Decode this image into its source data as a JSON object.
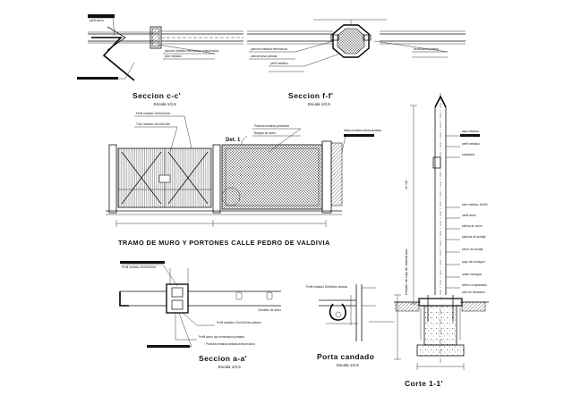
{
  "sheet": {
    "detail_label": "Det. 1",
    "vertical_label": "Detalle de reja de Maestrana",
    "side_dimension": "nn 1/8"
  },
  "views": {
    "seccion_cc": {
      "title": "Seccion c-c'",
      "scale": "Escala 1/2,5"
    },
    "seccion_ff": {
      "title": "Seccion f-f'",
      "scale": "Escala 1/2,5"
    },
    "seccion_aa": {
      "title": "Seccion a-a'",
      "scale": "Escala 1/2,5"
    },
    "porta_candado": {
      "title": "Porta candado",
      "scale": "Escala 1/2,5"
    },
    "corte_11": {
      "title": "Corte 1-1'"
    },
    "elevation": {
      "title": "TRAMO DE MURO Y PORTONES CALLE PEDRO DE VALDIVIA"
    }
  },
  "callouts": {
    "cc": [
      "perfil acero",
      "plancha metalica terminacion anticorrosiva",
      "pilar metalico"
    ],
    "ff": [
      "plancha metalica terminacion",
      "anticorrosiva pintada",
      "perfil metalico",
      "terminacion pintada"
    ],
    "elev": [
      "Perfil metalico 50x50x3mm",
      "Tubo metalico 40x40x2mm",
      "Plancha metalica perforada",
      "Bisagra de acero",
      "Malla metalica electrosoldada"
    ],
    "aa": [
      "Perfil metalico 50x50x3mm",
      "Perfil metalico 20x20x2mm pintado",
      "Perfil acero tipo terminacion pintada",
      "Plancha metalica pintada anticorrosiva"
    ],
    "pc": [
      "Perfil metalico 50x50mm pintado",
      "Candado de acero"
    ],
    "corte": [
      "tapa metalica",
      "perfil metalico",
      "soldadura",
      "tubo metalico 50x50",
      "perfil acero",
      "pletina de acero",
      "plancha de anclaje",
      "perno de anclaje",
      "poyo de hormigon",
      "radier hormigon",
      "relleno compactado",
      "sello de fundacion"
    ]
  }
}
